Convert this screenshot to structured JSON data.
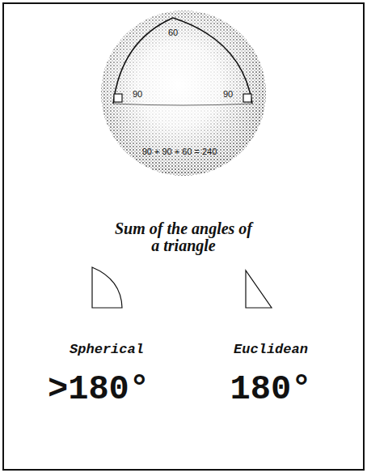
{
  "diagram": {
    "title": "Sum of the angles of a triangle",
    "labels": [
      "60",
      "90",
      "90",
      "90 + 90 + 60 = 240",
      "Spherical",
      "Euclidean",
      ">180°",
      "180°"
    ]
  }
}
